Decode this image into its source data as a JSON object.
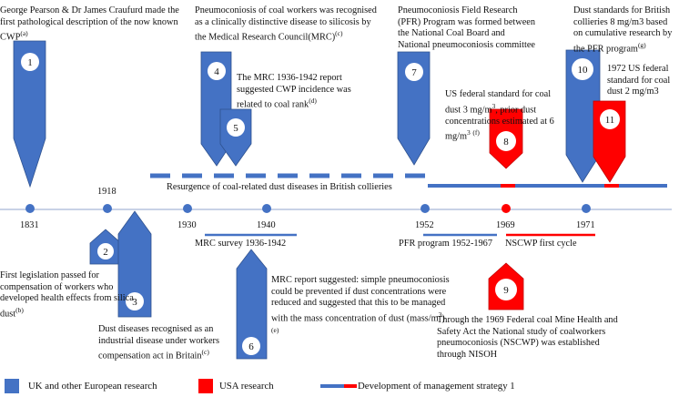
{
  "colors": {
    "uk": "#4472C4",
    "usa": "#FF0000",
    "axis": "#A6B8D8",
    "dot": "#4472C4"
  },
  "timeline": {
    "years": [
      "1831",
      "1918",
      "1930",
      "1940",
      "1952",
      "1969",
      "1971"
    ],
    "resurgence_label": "Resurgence of coal-related dust diseases in British collieries",
    "mrc_survey_label": "MRC survey 1936-1942",
    "pfr_program_label": "PFR program 1952-1967",
    "nscwp_label": "NSCWP first cycle"
  },
  "markers": [
    {
      "number": "1",
      "country": "UK and other European research"
    },
    {
      "number": "2",
      "country": "UK and other European research"
    },
    {
      "number": "3",
      "country": "UK and other European research"
    },
    {
      "number": "4",
      "country": "UK and other European research"
    },
    {
      "number": "5",
      "country": "UK and other European research"
    },
    {
      "number": "6",
      "country": "UK and other European research"
    },
    {
      "number": "7",
      "country": "UK and other European research"
    },
    {
      "number": "8",
      "country": "USA research"
    },
    {
      "number": "9",
      "country": "USA research"
    },
    {
      "number": "10",
      "country": "UK and other European research"
    },
    {
      "number": "11",
      "country": "USA research"
    }
  ],
  "events": {
    "e1": {
      "text": "George Pearson & Dr James Craufurd made the first pathological description of the now known CWP",
      "ref": "(a)"
    },
    "e2": {
      "text": "First legislation passed for compensation of workers who developed health effects from silica dust",
      "ref": "(b)"
    },
    "e3": {
      "text": "Dust diseases recognised as an industrial disease under workers compensation act in Britain",
      "ref": "(c)"
    },
    "e4": {
      "text": "Pneumoconiosis of coal workers was recognised as a clinically distinctive disease to silicosis by the Medical Research Council(MRC)",
      "ref": "(c)"
    },
    "e5": {
      "text": "The MRC 1936-1942 report suggested CWP incidence was related to coal rank",
      "ref": "(d)"
    },
    "e6": {
      "text_pre": "MRC report suggested: simple pneumoconiosis could be prevented if dust concentrations were reduced and suggested that this to be managed with the mass concentration of dust (mass/m",
      "sup": "3",
      "text_post": ")",
      "ref": "(e)"
    },
    "e7": {
      "text": "Pneumoconiosis Field Research (PFR) Program was formed between the National Coal Board and National pneumoconiosis committee"
    },
    "e8": {
      "text_a": "US federal standard for coal dust 3 mg/m",
      "sup_a": "3",
      "text_b": ", prior dust concentrations estimated at 6 mg/m",
      "sup_b": "3",
      "ref": "(f)"
    },
    "e9": {
      "text": "Through the 1969 Federal coal Mine Health and Safety Act the National study of coalworkers pneumoconiosis (NSCWP) was established through NISOH"
    },
    "e10": {
      "text": "Dust standards for British collieries 8 mg/m3 based on cumulative research by the PFR program",
      "ref": "(g)"
    },
    "e11": {
      "text": "1972 US federal standard for coal dust 2 mg/m3"
    }
  },
  "legend": {
    "uk": "UK and other European research",
    "usa": "USA research",
    "strategy": "Development of management strategy 1"
  }
}
